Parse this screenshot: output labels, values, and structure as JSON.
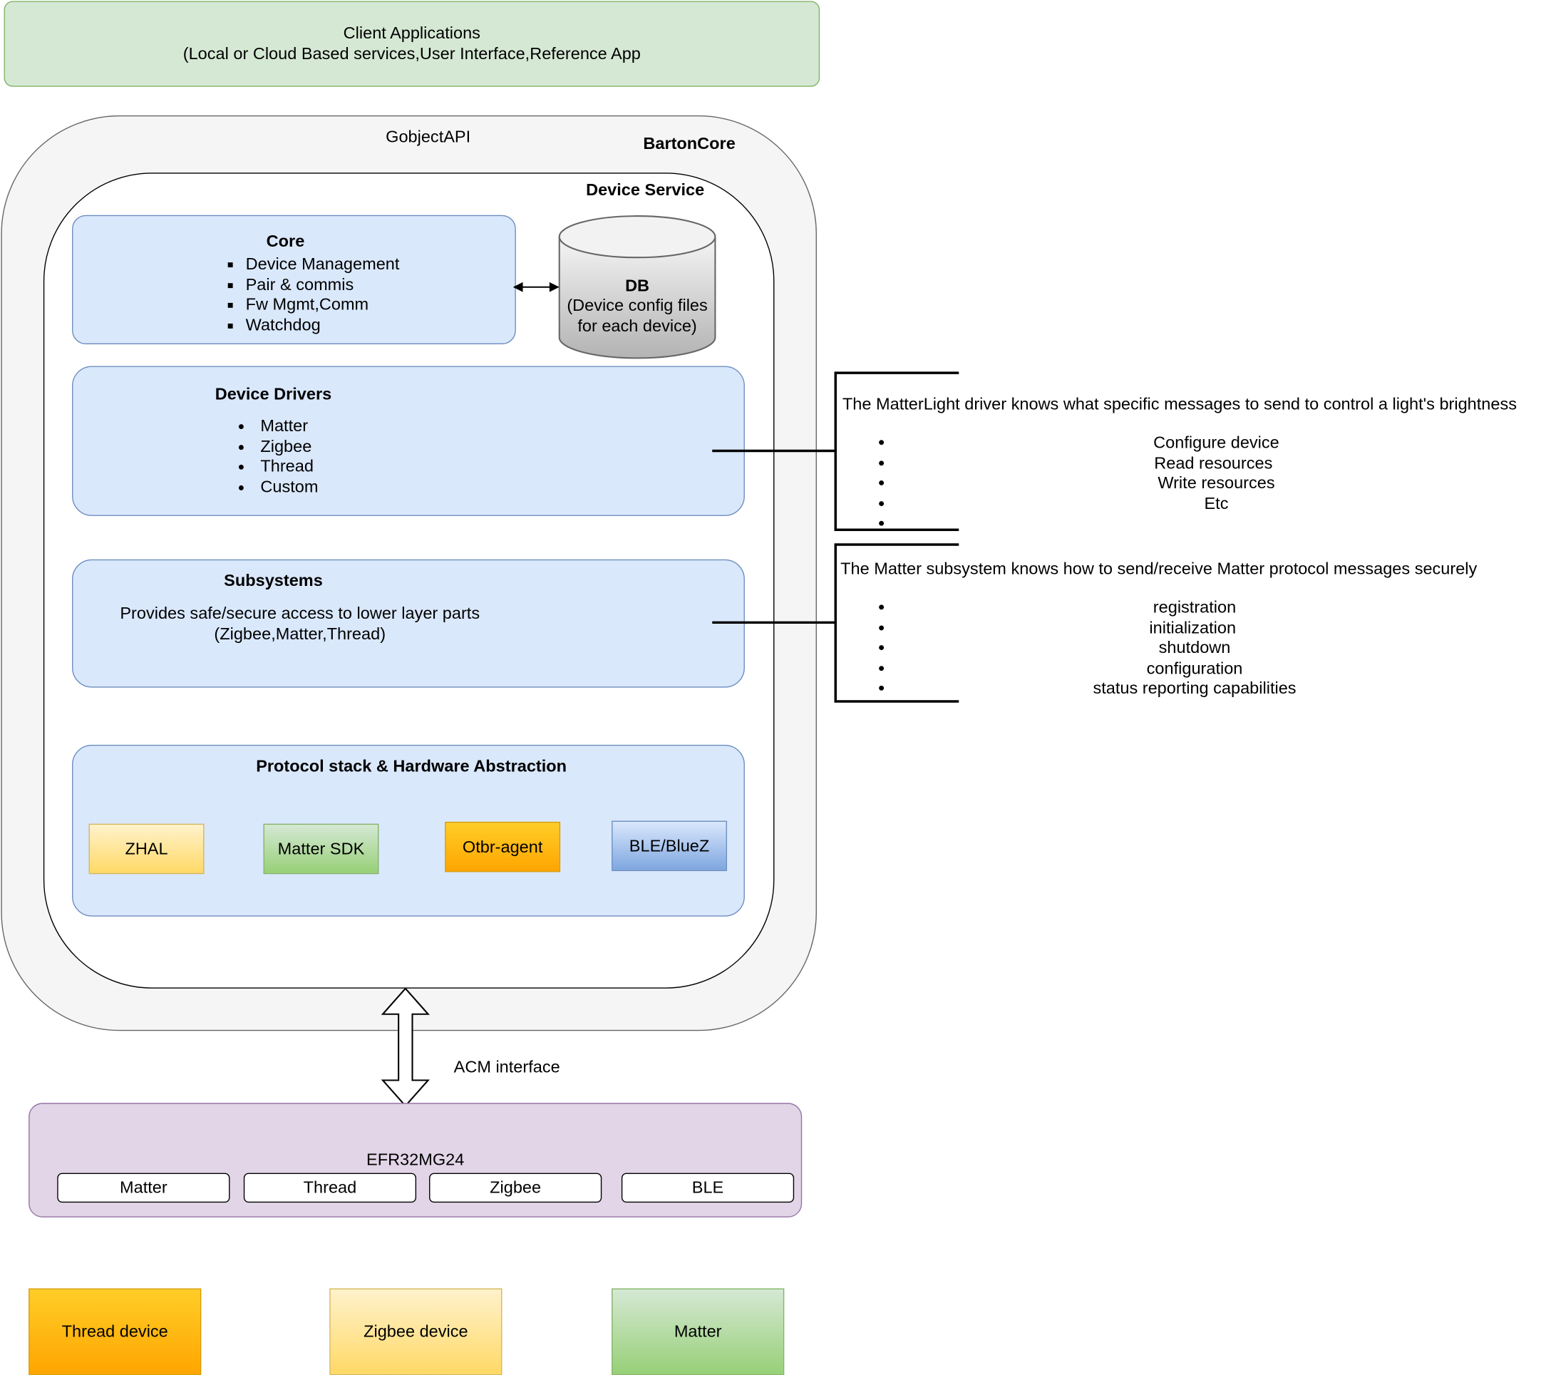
{
  "client": {
    "title": "Client Applications",
    "subtitle": "(Local or Cloud Based services,User Interface,Reference App"
  },
  "barton": {
    "api_label": "GobjectAPI",
    "title": "BartonCore"
  },
  "device_service": {
    "title": "Device Service"
  },
  "core": {
    "title": "Core",
    "items": [
      "Device Management",
      "Pair & commis",
      "Fw Mgmt,Comm",
      "Watchdog"
    ]
  },
  "db": {
    "title": "DB",
    "line1": "(Device config files",
    "line2": "for each device)"
  },
  "drivers": {
    "title": "Device Drivers",
    "items": [
      "Matter",
      "Zigbee",
      "Thread",
      "Custom"
    ]
  },
  "subsystems": {
    "title": "Subsystems",
    "line1": "Provides safe/secure access to lower layer parts",
    "line2": "(Zigbee,Matter,Thread)"
  },
  "protocol": {
    "title": "Protocol stack & Hardware Abstraction",
    "chips": [
      "ZHAL",
      "Matter SDK",
      "Otbr-agent",
      "BLE/BlueZ"
    ]
  },
  "driver_note": {
    "text": "The MatterLight driver knows what specific messages to send to control a light's brightness",
    "items": [
      "Configure device",
      "Read resources",
      "Write resources",
      "Etc",
      ""
    ]
  },
  "subsystem_note": {
    "text": "The Matter subsystem knows how to send/receive Matter protocol messages securely",
    "items": [
      "registration",
      "initialization",
      "shutdown",
      "configuration",
      "status reporting capabilities"
    ]
  },
  "interface": {
    "label": "ACM interface"
  },
  "efr": {
    "title": "EFR32MG24",
    "ports": [
      "Matter",
      "Thread",
      "Zigbee",
      "BLE"
    ]
  },
  "devices": {
    "thread": "Thread device",
    "zigbee": "Zigbee device",
    "matter": "Matter"
  }
}
